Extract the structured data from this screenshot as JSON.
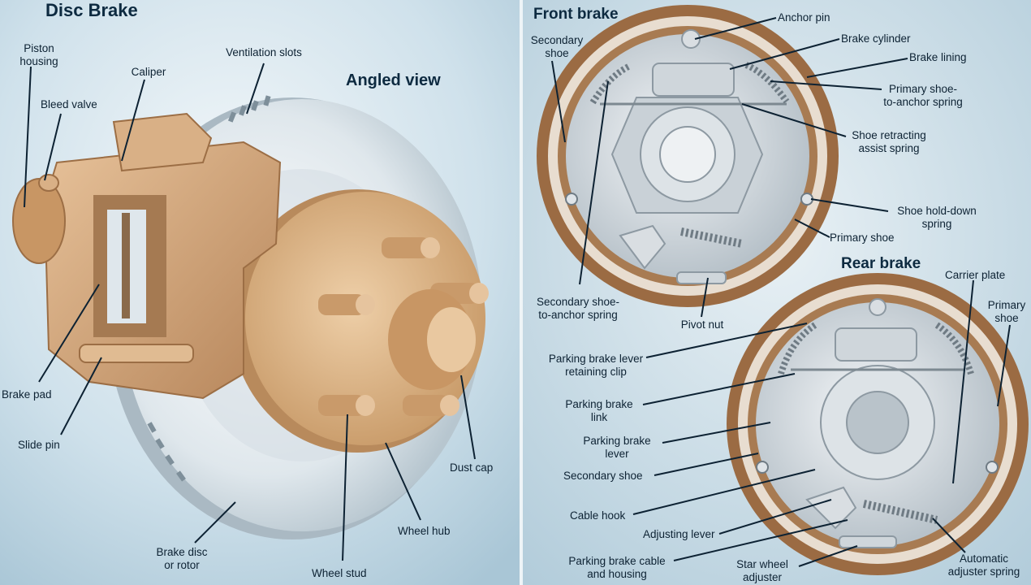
{
  "disc": {
    "title": "Disc Brake",
    "subtitle": "Angled view",
    "labels": {
      "piston_housing": "Piston\nhousing",
      "caliper": "Caliper",
      "ventilation_slots": "Ventilation slots",
      "bleed_valve": "Bleed valve",
      "brake_pad": "Brake pad",
      "slide_pin": "Slide pin",
      "dust_cap": "Dust cap",
      "wheel_hub": "Wheel hub",
      "brake_disc": "Brake disc\nor rotor",
      "wheel_stud": "Wheel stud"
    }
  },
  "front": {
    "title": "Front brake",
    "labels": {
      "secondary_shoe": "Secondary\nshoe",
      "anchor_pin": "Anchor pin",
      "brake_cylinder": "Brake cylinder",
      "brake_lining": "Brake lining",
      "primary_shoe_spring": "Primary shoe-\nto-anchor spring",
      "retracting_spring": "Shoe retracting\nassist spring",
      "hold_down_spring": "Shoe hold-down\nspring",
      "primary_shoe": "Primary shoe",
      "secondary_shoe_spring": "Secondary shoe-\nto-anchor spring",
      "pivot_nut": "Pivot nut"
    }
  },
  "rear": {
    "title": "Rear brake",
    "labels": {
      "carrier_plate": "Carrier plate",
      "primary_shoe": "Primary\nshoe",
      "retaining_clip": "Parking brake lever\nretaining clip",
      "parking_link": "Parking brake\nlink",
      "parking_lever": "Parking brake\nlever",
      "secondary_shoe": "Secondary shoe",
      "cable_hook": "Cable hook",
      "adjusting_lever": "Adjusting lever",
      "parking_cable": "Parking brake cable\nand housing",
      "star_wheel": "Star wheel\nadjuster",
      "auto_adjuster": "Automatic\nadjuster spring"
    }
  }
}
